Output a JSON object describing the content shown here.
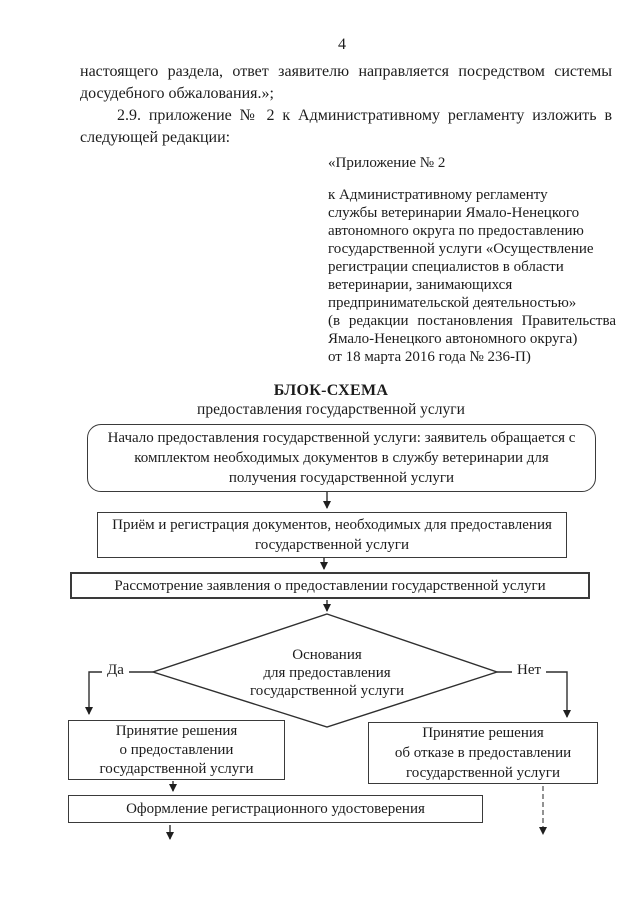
{
  "page": {
    "number": "4"
  },
  "body": {
    "paragraph1": "настоящего раздела, ответ заявителю направляется  посредством системы досудебного обжалования.»;",
    "paragraph2": "2.9. приложение № 2 к Административному регламенту изложить в следующей редакции:"
  },
  "appendix": {
    "title": "«Приложение № 2",
    "lines": [
      "к Административному регламенту",
      "службы ветеринарии Ямало-Ненецкого",
      "автономного округа по предоставлению",
      "государственной услуги «Осуществление",
      "регистрации специалистов в области",
      "ветеринарии, занимающихся",
      "предпринимательской деятельностью»",
      "(в редакции постановления Правительства",
      "Ямало-Ненецкого автономного округа)",
      "от 18 марта 2016 года № 236-П)"
    ]
  },
  "flowchart": {
    "title": "БЛОК-СХЕМА",
    "subtitle": "предоставления государственной услуги",
    "nodes": {
      "start": "Начало предоставления государственной услуги: заявитель обращается с комплектом необходимых документов в службу ветеринарии для получения государственной услуги",
      "reception": "Приём и регистрация документов, необходимых для предоставления государственной услуги",
      "review": "Рассмотрение заявления о предоставлении государственной услуги",
      "decision": "Основания\nдля предоставления\nгосударственной услуги",
      "approve": "Принятие решения\nо предоставлении\nгосударственной услуги",
      "refuse": "Принятие решения\nоб отказе в предоставлении\nгосударственной услуги",
      "certificate": "Оформление регистрационного удостоверения"
    },
    "branch_labels": {
      "yes": "Да",
      "no": "Нет"
    }
  },
  "colors": {
    "ink": "#1c1c1c",
    "border": "#3a3a3a",
    "background": "#ffffff"
  }
}
